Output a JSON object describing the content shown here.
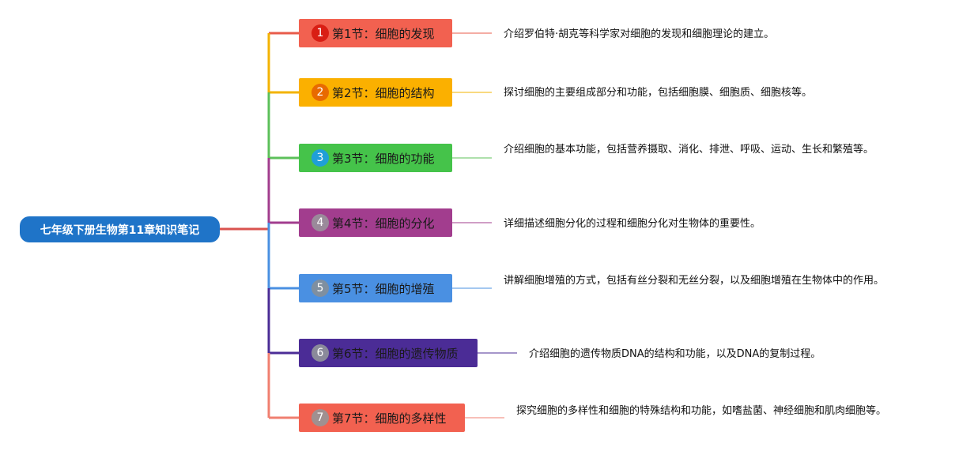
{
  "root": {
    "title": "七年级下册生物第11章知识笔记"
  },
  "sections": [
    {
      "num": "1",
      "title": "第1节：细胞的发现",
      "desc": "介绍罗伯特·胡克等科学家对细胞的发现和细胞理论的建立。",
      "box_color": "#f26150",
      "badge_color": "#d91e14",
      "line_color": "#e85b4a"
    },
    {
      "num": "2",
      "title": "第2节：细胞的结构",
      "desc": "探讨细胞的主要组成部分和功能，包括细胞膜、细胞质、细胞核等。",
      "box_color": "#fbb000",
      "badge_color": "#e86a00",
      "line_color": "#f3b300"
    },
    {
      "num": "3",
      "title": "第3节：细胞的功能",
      "desc": "介绍细胞的基本功能，包括营养摄取、消化、排泄、呼吸、运动、生长和繁殖等。",
      "box_color": "#45c34a",
      "badge_color": "#1f9fd8",
      "line_color": "#5cc05a"
    },
    {
      "num": "4",
      "title": "第4节：细胞的分化",
      "desc": "详细描述细胞分化的过程和细胞分化对生物体的重要性。",
      "box_color": "#a23d8e",
      "badge_color": "#9a8a9a",
      "line_color": "#a23d8e"
    },
    {
      "num": "5",
      "title": "第5节：细胞的增殖",
      "desc": "讲解细胞增殖的方式，包括有丝分裂和无丝分裂，以及细胞增殖在生物体中的作用。",
      "box_color": "#4a90e2",
      "badge_color": "#7f8fa0",
      "line_color": "#4a90e2"
    },
    {
      "num": "6",
      "title": "第6节：细胞的遗传物质",
      "desc": "介绍细胞的遗传物质DNA的结构和功能，以及DNA的复制过程。",
      "box_color": "#4b2c96",
      "badge_color": "#8a8a9a",
      "line_color": "#4b2c96"
    },
    {
      "num": "7",
      "title": "第7节：细胞的多样性",
      "desc": "探究细胞的多样性和细胞的特殊结构和功能，如嗜盐菌、神经细胞和肌肉细胞等。",
      "box_color": "#f26150",
      "badge_color": "#a09090",
      "line_color": "#f07f70"
    }
  ]
}
